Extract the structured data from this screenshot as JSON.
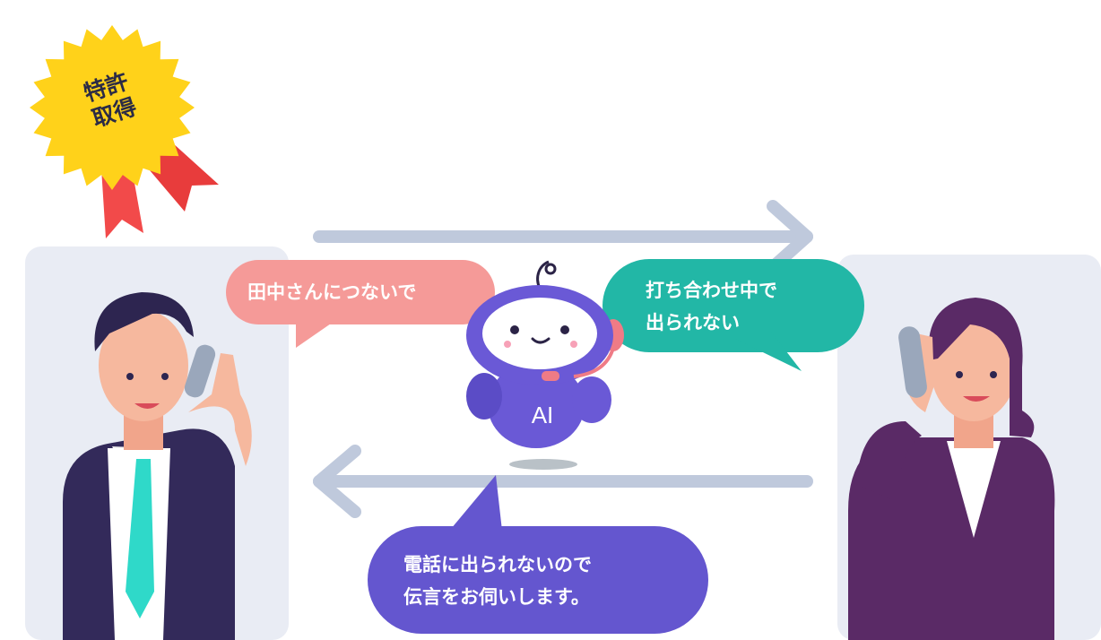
{
  "badge": {
    "line1": "特許",
    "line2": "取得"
  },
  "bubbles": {
    "caller_request": "田中さんにつないで",
    "receiver_reply": {
      "line1": "打ち合わせ中で",
      "line2": "出られない"
    },
    "ai_message": {
      "line1": "電話に出られないので",
      "line2": "伝言をお伺いします。"
    }
  },
  "robot": {
    "label": "AI"
  },
  "colors": {
    "panel_bg": "#e9ecf4",
    "arrow": "#bfc9dc",
    "bubble_pink": "#f59a98",
    "bubble_teal": "#22b7a6",
    "bubble_purple": "#6456cf",
    "robot_purple": "#6a59d6",
    "badge_yellow": "#ffd21a",
    "ribbon_red": "#f24a4a"
  }
}
